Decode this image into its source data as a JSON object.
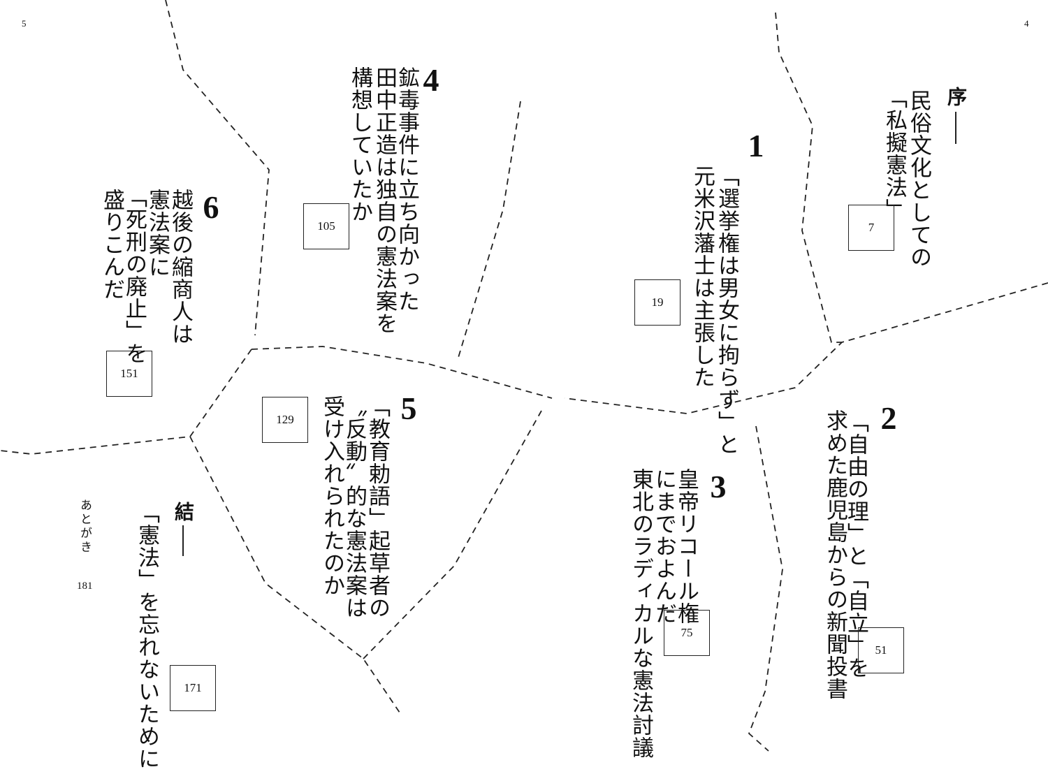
{
  "page_numbers": {
    "left": "5",
    "right": "4"
  },
  "prologue": {
    "heading": "序",
    "lines": [
      "民俗文化としての",
      "「私擬憲法」"
    ],
    "page": "7"
  },
  "chapters": [
    {
      "number": "1",
      "lines": [
        "「選挙権は男女に拘らず」と",
        "元米沢藩士は主張した"
      ],
      "page": "19"
    },
    {
      "number": "2",
      "lines": [
        "「自由の理」と「自立」を",
        "求めた鹿児島からの新聞投書"
      ],
      "page": "51"
    },
    {
      "number": "3",
      "lines": [
        "皇帝リコール権",
        "にまでおよんだ",
        "東北のラディカルな憲法討議"
      ],
      "page": "75"
    },
    {
      "number": "4",
      "lines": [
        "鉱毒事件に立ち向かった",
        "田中正造は独自の憲法案を",
        "構想していたか"
      ],
      "page": "105"
    },
    {
      "number": "5",
      "lines": [
        "「教育勅語」起草者の",
        "〝反動〟的な憲法案は",
        "受け入れられたのか"
      ],
      "page": "129"
    },
    {
      "number": "6",
      "lines": [
        "越後の縮商人は",
        "憲法案に",
        "「死刑の廃止」を",
        "盛りこんだ"
      ],
      "page": "151"
    }
  ],
  "epilogue": {
    "heading": "結",
    "lines": [
      "「憲法」を忘れないために"
    ],
    "page": "171"
  },
  "afterword": {
    "label": "あとがき",
    "page": "181"
  }
}
